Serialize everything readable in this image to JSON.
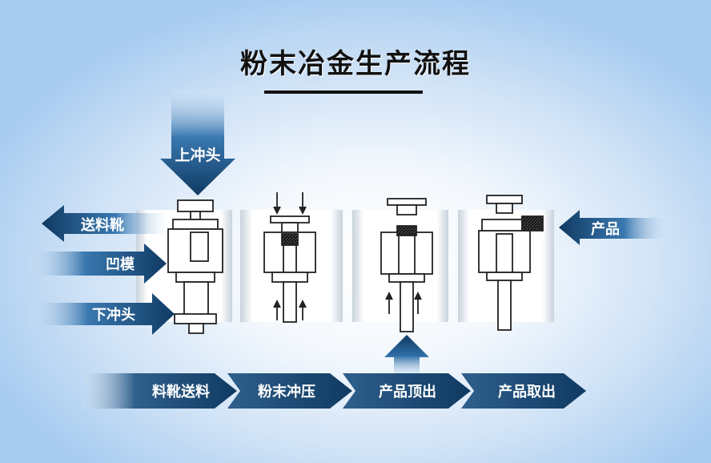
{
  "title": "粉末冶金生产流程",
  "labels": {
    "upper_punch": "上冲头",
    "feed_shoe": "送料靴",
    "die": "凹模",
    "lower_punch": "下冲头",
    "product": "产品"
  },
  "steps": [
    "料靴送料",
    "粉末冲压",
    "产品顶出",
    "产品取出"
  ],
  "colors": {
    "arrow_dark": "#0f3a62",
    "arrow_mid": "#2e6ea6",
    "arrow_light": "#bcd8f2",
    "line": "#222222",
    "powder": "#222222"
  }
}
